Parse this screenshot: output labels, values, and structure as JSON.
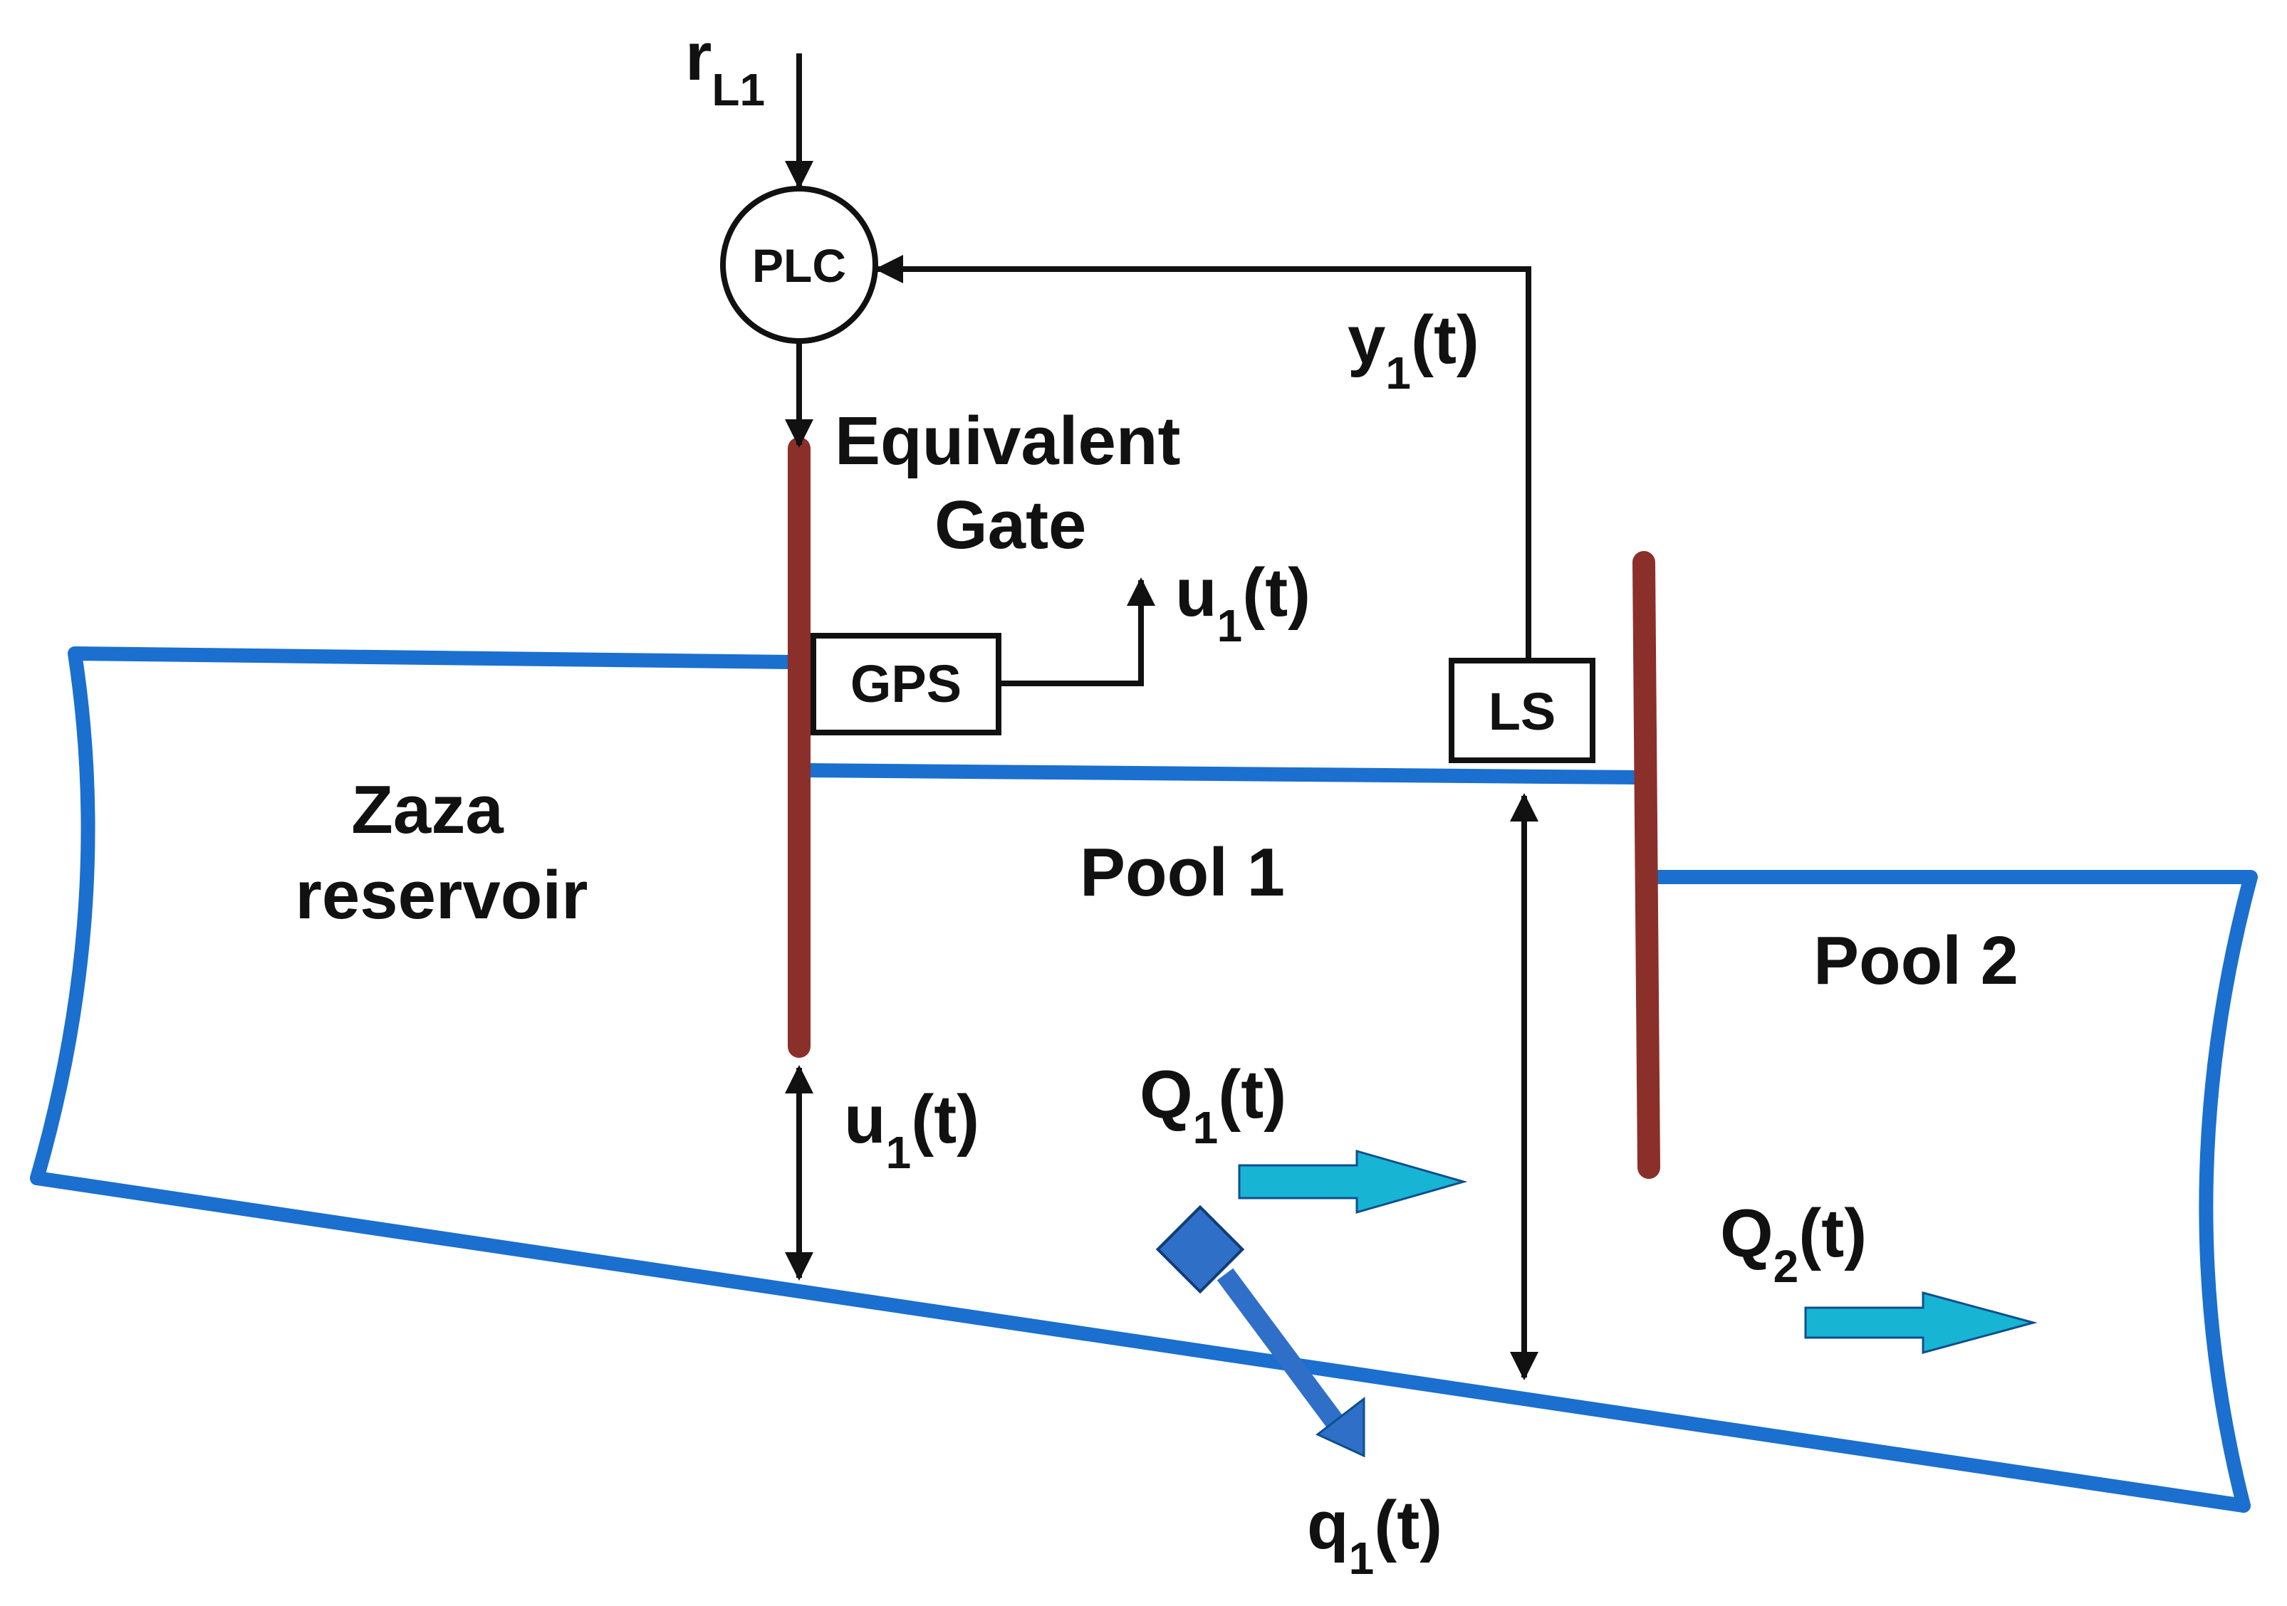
{
  "labels": {
    "reference": {
      "main": "r",
      "sub": "L1"
    },
    "controller": "PLC",
    "gate_title_line1": "Equivalent",
    "gate_title_line2": "Gate",
    "gps": "GPS",
    "ls": "LS",
    "feedback": {
      "main": "y",
      "sub": "1",
      "tail": "(t)"
    },
    "gate_signal": {
      "main": "u",
      "sub": "1",
      "tail": "(t)"
    },
    "gate_opening": {
      "main": "u",
      "sub": "1",
      "tail": "(t)"
    },
    "reservoir_line1": "Zaza",
    "reservoir_line2": "reservoir",
    "pool1": "Pool 1",
    "pool2": "Pool 2",
    "flow1": {
      "main": "Q",
      "sub": "1",
      "tail": "(t)"
    },
    "flow2": {
      "main": "Q",
      "sub": "2",
      "tail": "(t)"
    },
    "offtake": {
      "main": "q",
      "sub": "1",
      "tail": "(t)"
    }
  },
  "colors": {
    "water": "#1b6fce",
    "gate": "#8b2f2a",
    "flow_arrow": "#18b4d4",
    "offtake_arrow": "#2f6fc8",
    "line": "#111111"
  }
}
